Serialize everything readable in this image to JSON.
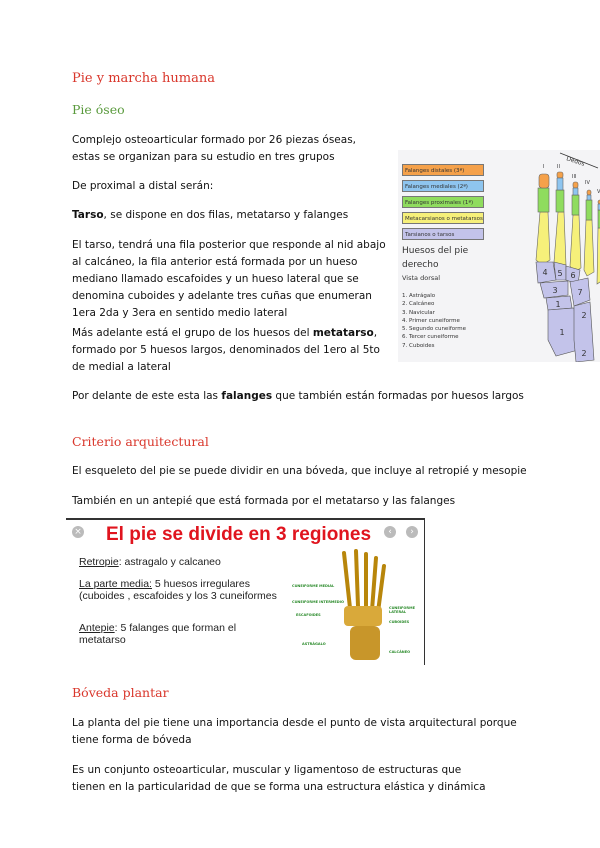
{
  "title": "Pie y marcha humana",
  "section1": {
    "heading": "Pie óseo",
    "p1": "Complejo osteoarticular formado por 26 piezas óseas, estas se organizan para su estudio en tres grupos",
    "p2": "De proximal a distal serán:",
    "p3_bold": "Tarso",
    "p3_rest": ", se dispone en dos filas, metatarso y falanges",
    "p4": "El tarso, tendrá una fila posterior que responde al nid abajo al calcáneo, la fila anterior está formada por un hueso mediano llamado escafoides y un hueso lateral que se denomina cuboides y adelante tres cuñas que enumeran 1era 2da y 3era en sentido medio lateral",
    "p5_a": "Más adelante está el grupo de los huesos del ",
    "p5_bold": "metatarso",
    "p5_b": ", formado por 5 huesos largos, denominados del 1ero al 5to de medial a lateral",
    "p6_a": "Por delante de este esta las ",
    "p6_bold": "falanges",
    "p6_b": " que también están formadas por huesos largos"
  },
  "foot_figure": {
    "legend": [
      {
        "label": "Falanges distales (3ª)",
        "color": "#f5a14a"
      },
      {
        "label": "Falanges mediales (2ª)",
        "color": "#8ec5ef"
      },
      {
        "label": "Falanges proximales (1ª)",
        "color": "#8fdc5e"
      },
      {
        "label": "Metacarsianos o metatarsos",
        "color": "#f6f07a"
      },
      {
        "label": "Tarsianos o tarsos",
        "color": "#c3c3ea"
      }
    ],
    "title1": "Huesos del pie",
    "title2": "derecho",
    "subtitle": "Vista dorsal",
    "list": [
      "1. Astrágalo",
      "2. Calcáneo",
      "3. Navicular",
      "4. Primer cuneiforme",
      "5. Segundo cuneiforme",
      "6. Tercer cuneiforme",
      "7. Cuboides"
    ],
    "dedos": "Dedos",
    "roman": [
      "I",
      "II",
      "III",
      "IV",
      "V"
    ],
    "numbers": [
      "4",
      "5",
      "6",
      "3",
      "7",
      "1",
      "2",
      "1",
      "2"
    ]
  },
  "section2": {
    "heading": "Criterio arquitectural",
    "p1": "El esqueleto del pie se puede dividir en una bóveda, que incluye al retropié y mesopie",
    "p2": "También en un antepié que está formada por el metatarso y las falanges"
  },
  "regions_figure": {
    "title": "El pie se divide en 3 regiones",
    "retropie_label": "Retropie",
    "retropie_text": ": astragalo y calcaneo",
    "media_label": "La parte media:",
    "media_text": " 5 huesos irregulares (cuboides , escafoides y los 3 cuneiformes",
    "antepie_label": "Antepie",
    "antepie_text": ": 5 falanges que forman el metatarso",
    "bone_labels": [
      "CUNEIFORME MEDIAL",
      "CUNEIFORME INTERMEDIO",
      "ESCAFOIDES",
      "ASTRÁGALO",
      "CUNEIFORME LATERAL",
      "CUBOIDES",
      "CALCÁNEO"
    ]
  },
  "section3": {
    "heading": "Bóveda plantar",
    "p1": "La planta del pie tiene una importancia desde el punto de vista arquitectural porque tiene forma de bóveda",
    "p2": "Es un conjunto osteoarticular, muscular y ligamentoso de estructuras que tienen en la particularidad de que se forma una estructura elástica y dinámica"
  }
}
